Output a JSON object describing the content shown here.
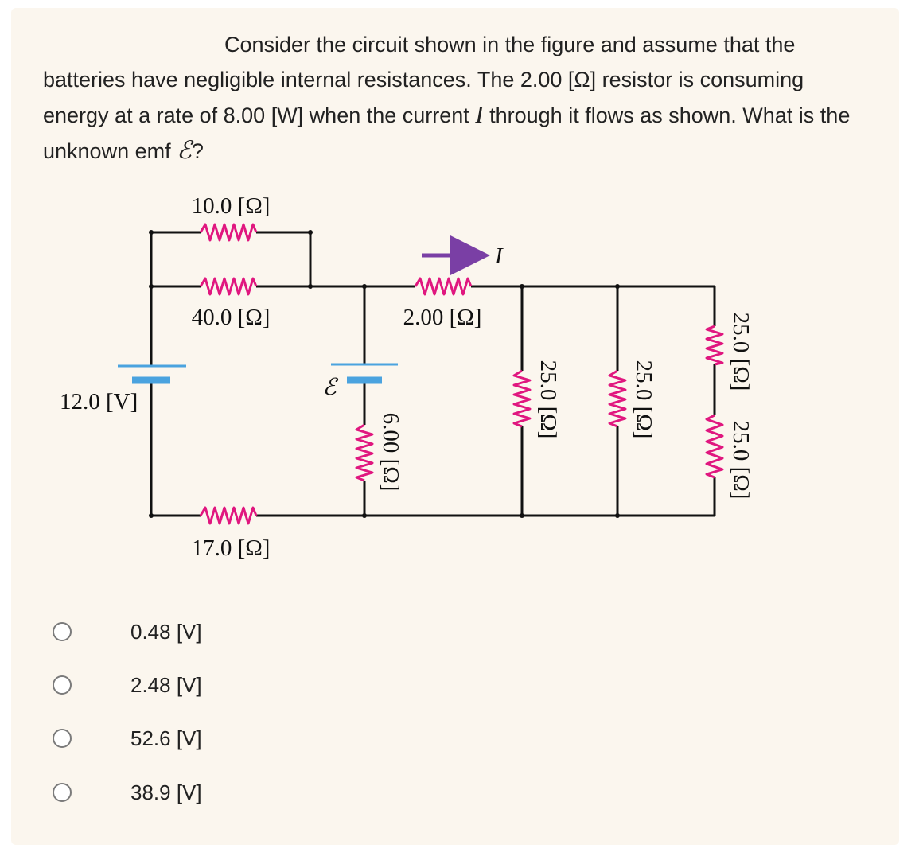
{
  "question": {
    "part1": "Consider the circuit shown in the figure and assume that the batteries have negligible internal resistances. The 2.00 [Ω] resistor is consuming energy at a rate of 8.00 [W] when the current ",
    "current_symbol": "I",
    "part2": " through it flows as shown. What is the unknown emf ",
    "emf_symbol": "ℰ",
    "part3": "?"
  },
  "circuit": {
    "labels": {
      "r_top": "10.0 [Ω]",
      "r_mid": "40.0 [Ω]",
      "r_bottom": "17.0 [Ω]",
      "battery_left": "12.0 [V]",
      "emf": "ℰ",
      "r_series": "2.00 [Ω]",
      "current": "I",
      "r_vertical": "6.00 [Ω]",
      "r_parallel_1": "25.0 [Ω]",
      "r_parallel_2": "25.0 [Ω]",
      "r_right_top": "25.0 [Ω]",
      "r_right_bottom": "25.0 [Ω]"
    },
    "colors": {
      "wire": "#111111",
      "resistor": "#e0177f",
      "battery": "#4aa3df",
      "arrow": "#7a3fa5"
    }
  },
  "options": [
    {
      "label": "0.48 [V]",
      "selected": false
    },
    {
      "label": "2.48 [V]",
      "selected": false
    },
    {
      "label": "52.6 [V]",
      "selected": false
    },
    {
      "label": "38.9 [V]",
      "selected": false
    }
  ]
}
